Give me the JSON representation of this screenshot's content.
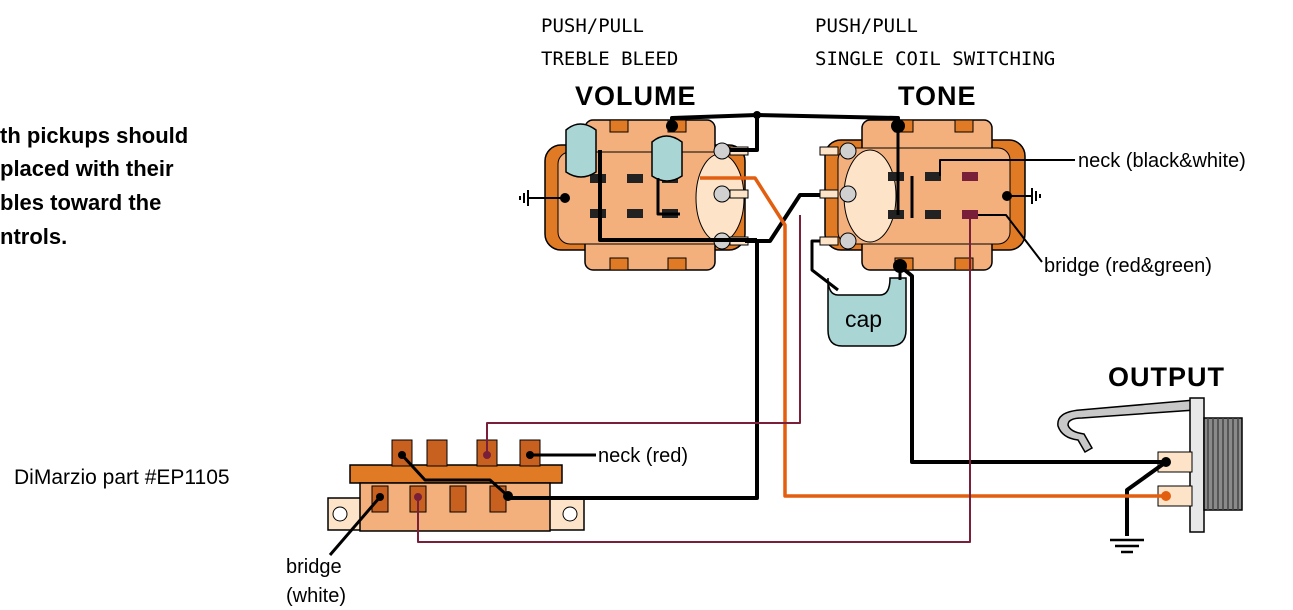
{
  "note": {
    "lines": [
      "th pickups should",
      "placed with their",
      "bles toward the",
      "ntrols."
    ]
  },
  "volume": {
    "caption_line1": "PUSH/PULL",
    "caption_line2": "TREBLE BLEED",
    "title": "VOLUME"
  },
  "tone": {
    "caption_line1": "PUSH/PULL",
    "caption_line2": "SINGLE COIL SWITCHING",
    "title": "TONE"
  },
  "wire_labels": {
    "neck_black_white": "neck (black&white)",
    "bridge_red_green": "bridge (red&green)",
    "neck_red": "neck (red)",
    "bridge_white_line1": "bridge",
    "bridge_white_line2": "(white)"
  },
  "cap_label": "cap",
  "output_title": "OUTPUT",
  "part_number": "DiMarzio part #EP1105",
  "colors": {
    "pot_body": "#f3b07c",
    "pot_dark": "#e07a24",
    "pot_light": "#fde4c8",
    "wire_black": "#000000",
    "wire_orange": "#e35f10",
    "wire_maroon": "#7a1f3a",
    "cap": "#a9d6d5",
    "jack_gray": "#7a7a7a"
  }
}
